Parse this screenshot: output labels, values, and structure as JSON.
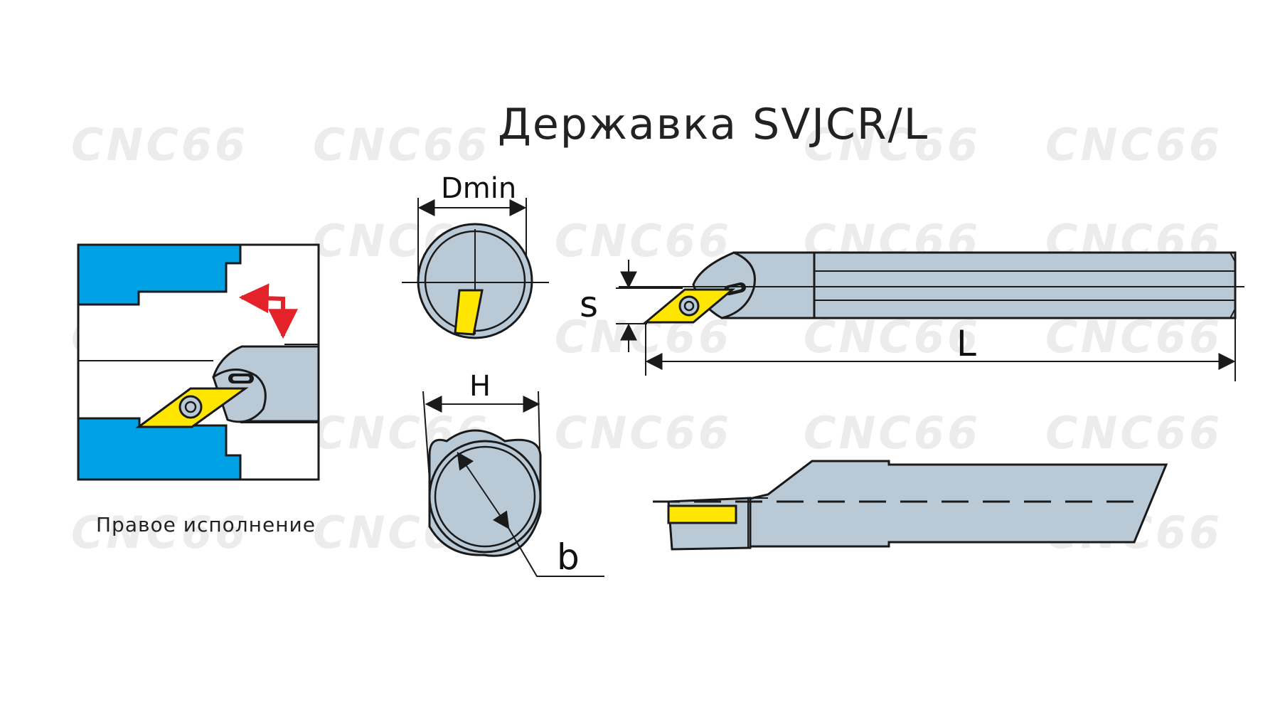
{
  "title": "Державка SVJCR/L",
  "caption": "Правое исполнение",
  "watermark": "CNC66",
  "dimensions": {
    "dmin": "Dmin",
    "s": "s",
    "l": "L",
    "h": "H",
    "b": "b"
  },
  "colors": {
    "steel": "#b9c9d6",
    "insert": "#ffe600",
    "workpiece": "#00a0e4",
    "arrow": "#e3222a"
  }
}
